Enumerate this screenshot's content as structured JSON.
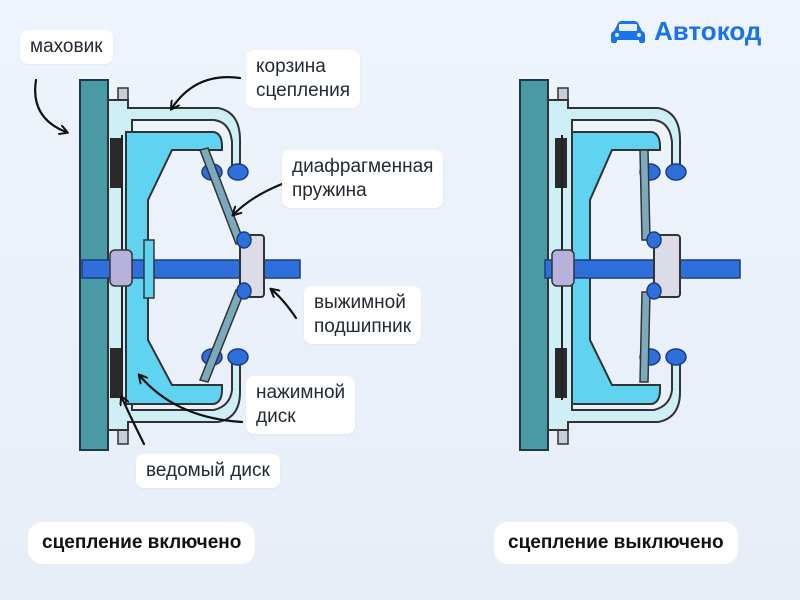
{
  "brand": {
    "name": "Автокод",
    "icon": "car-icon",
    "color": "#1a73e8"
  },
  "labels": {
    "flywheel": "маховик",
    "clutch_basket": "корзина\nсцепления",
    "diaphragm_spring": "диафрагменная\nпружина",
    "release_bearing": "выжимной\nподшипник",
    "pressure_plate": "нажимной\nдиск",
    "driven_disc": "ведомый диск"
  },
  "states": {
    "engaged": "сцепление включено",
    "disengaged": "сцепление выключено"
  },
  "colors": {
    "flywheel": "#4a9aa6",
    "pressure_plate": "#5fd3f0",
    "shaft": "#2f6fdc",
    "spring": "#7aaabb",
    "bearing": "#dcdce8"
  }
}
